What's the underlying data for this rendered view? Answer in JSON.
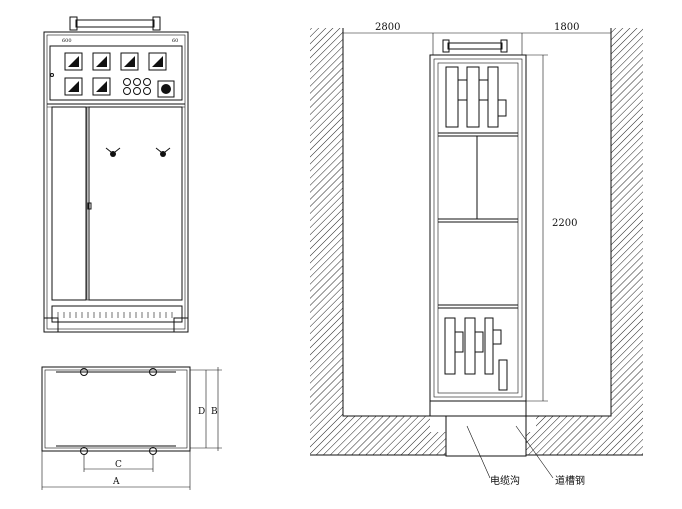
{
  "front_view": {
    "meter_labels": [
      "600",
      "60"
    ]
  },
  "bottom_view": {
    "dims": {
      "c": "C",
      "a": "A",
      "d": "D",
      "b": "B"
    }
  },
  "install_view": {
    "dims": {
      "left_clearance": "2800",
      "right_clearance": "1800",
      "height": "2200"
    },
    "callouts": {
      "cable_trench": "电缆沟",
      "channel_steel": "道槽钢"
    }
  }
}
